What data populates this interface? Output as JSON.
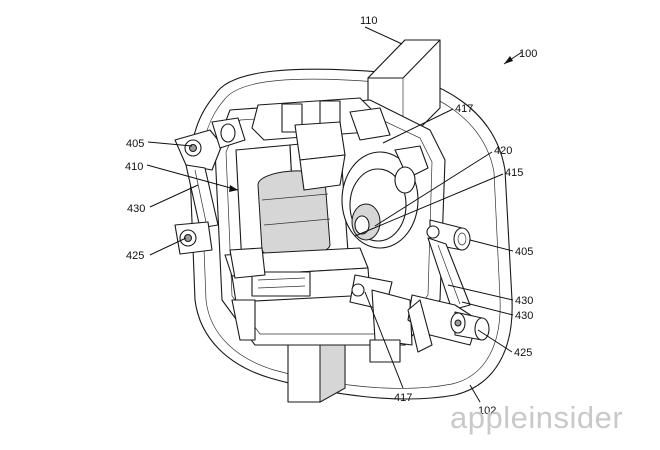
{
  "figure": {
    "labels": {
      "l110": "110",
      "l100": "100",
      "l417a": "417",
      "l405a": "405",
      "l420": "420",
      "l410": "410",
      "l415": "415",
      "l430a": "430",
      "l425a": "425",
      "l405b": "405",
      "l430b": "430",
      "l430c": "430",
      "l425b": "425",
      "l417b": "417",
      "l102": "102"
    },
    "watermark": "appleinsider"
  }
}
